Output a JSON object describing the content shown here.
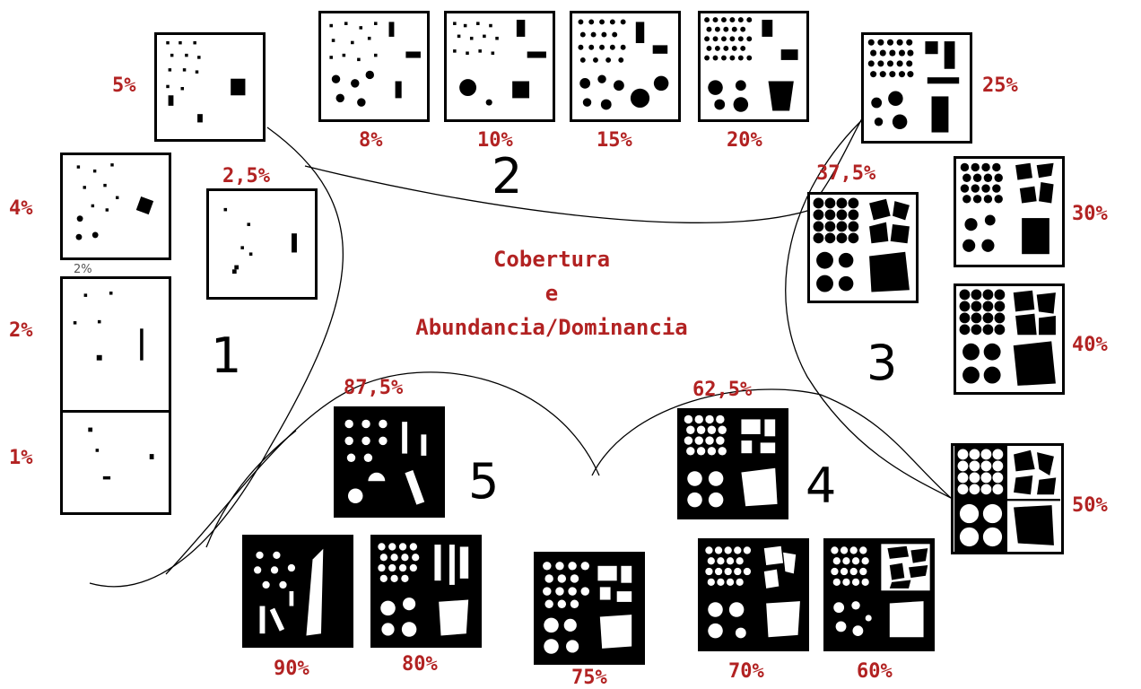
{
  "title": {
    "line1": "Cobertura",
    "line2": "e",
    "line3": "Abundancia/Dominancia"
  },
  "groups": [
    "1",
    "2",
    "3",
    "4",
    "5"
  ],
  "colors": {
    "label": "#b22222",
    "ink": "#000000",
    "paper": "#ffffff"
  },
  "faint_label": "2%",
  "panels": [
    {
      "id": "p1",
      "label": "1%",
      "ink": "black"
    },
    {
      "id": "p2",
      "label": "2%",
      "ink": "black"
    },
    {
      "id": "p4",
      "label": "4%",
      "ink": "black"
    },
    {
      "id": "p2_5",
      "label": "2,5%",
      "ink": "black"
    },
    {
      "id": "p5",
      "label": "5%",
      "ink": "black"
    },
    {
      "id": "p8",
      "label": "8%",
      "ink": "black"
    },
    {
      "id": "p10",
      "label": "10%",
      "ink": "black"
    },
    {
      "id": "p15",
      "label": "15%",
      "ink": "black"
    },
    {
      "id": "p20",
      "label": "20%",
      "ink": "black"
    },
    {
      "id": "p25",
      "label": "25%",
      "ink": "black"
    },
    {
      "id": "p30",
      "label": "30%",
      "ink": "black"
    },
    {
      "id": "p37_5",
      "label": "37,5%",
      "ink": "black"
    },
    {
      "id": "p40",
      "label": "40%",
      "ink": "black"
    },
    {
      "id": "p50",
      "label": "50%",
      "ink": "black"
    },
    {
      "id": "p60",
      "label": "60%",
      "ink": "white"
    },
    {
      "id": "p62_5",
      "label": "62,5%",
      "ink": "white"
    },
    {
      "id": "p70",
      "label": "70%",
      "ink": "white"
    },
    {
      "id": "p75",
      "label": "75%",
      "ink": "white"
    },
    {
      "id": "p80",
      "label": "80%",
      "ink": "white"
    },
    {
      "id": "p87_5",
      "label": "87,5%",
      "ink": "white"
    },
    {
      "id": "p90",
      "label": "90%",
      "ink": "white"
    }
  ]
}
